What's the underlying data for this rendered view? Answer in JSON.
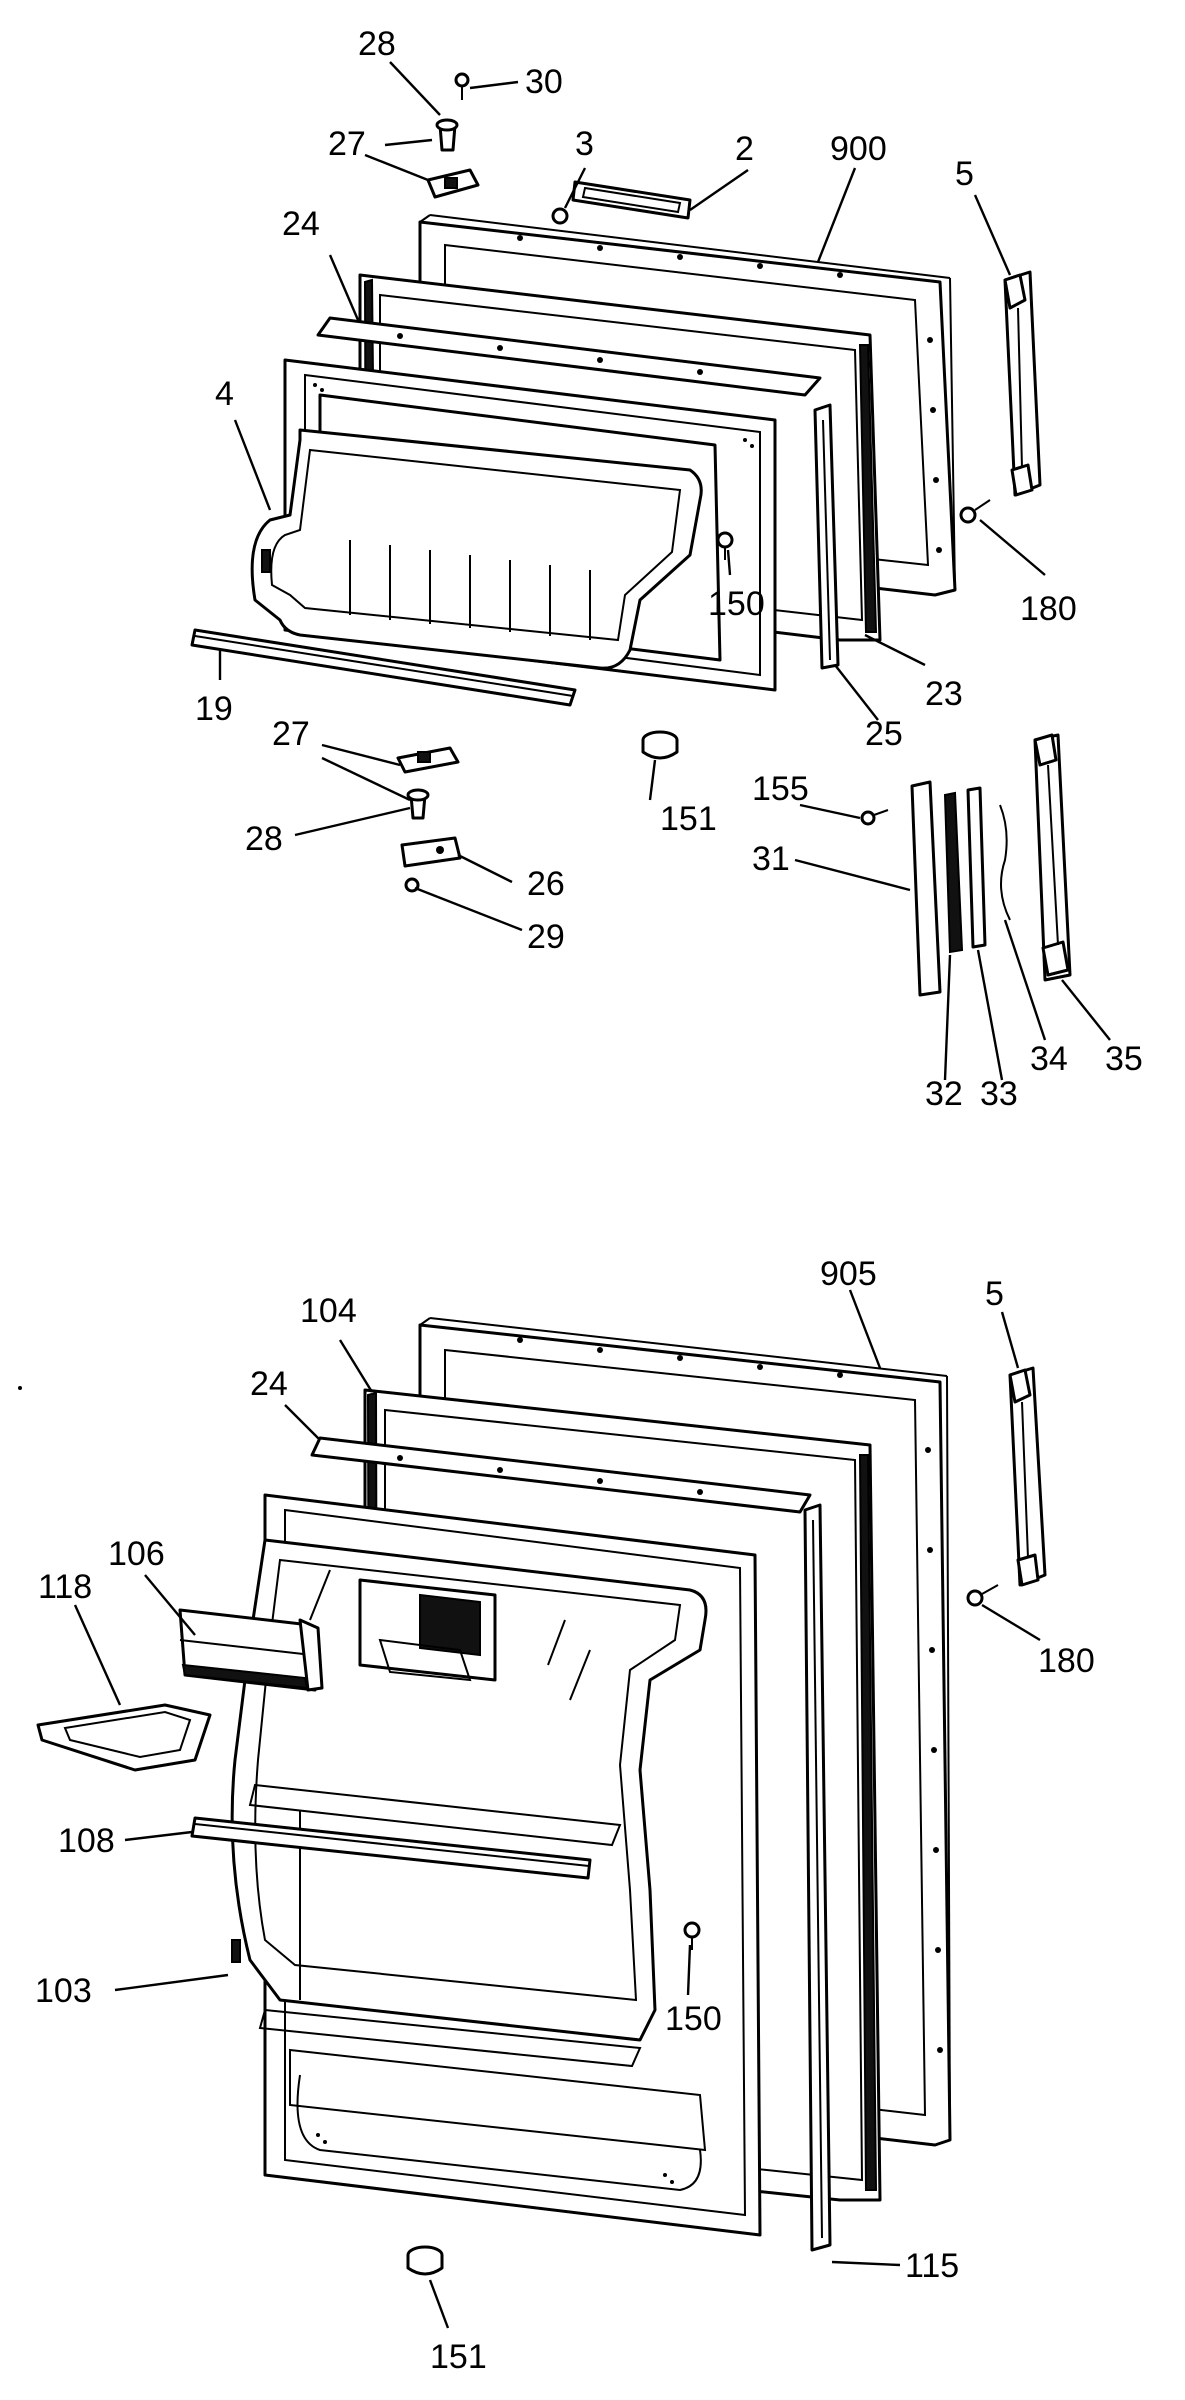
{
  "labels": {
    "top": {
      "l28": "28",
      "l30": "30",
      "l27": "27",
      "l3": "3",
      "l2": "2",
      "l900": "900",
      "l5": "5",
      "l24": "24",
      "l4": "4",
      "l150": "150",
      "l180": "180",
      "l19": "19",
      "l23": "23",
      "l25": "25",
      "l27b": "27",
      "l151": "151",
      "l155": "155",
      "l28b": "28",
      "l26": "26",
      "l29": "29",
      "l31": "31",
      "l32": "32",
      "l33": "33",
      "l34": "34",
      "l35": "35"
    },
    "bottom": {
      "l905": "905",
      "l5": "5",
      "l104": "104",
      "l24": "24",
      "l106": "106",
      "l118": "118",
      "l180": "180",
      "l108": "108",
      "l103": "103",
      "l150": "150",
      "l115": "115",
      "l151": "151"
    }
  }
}
